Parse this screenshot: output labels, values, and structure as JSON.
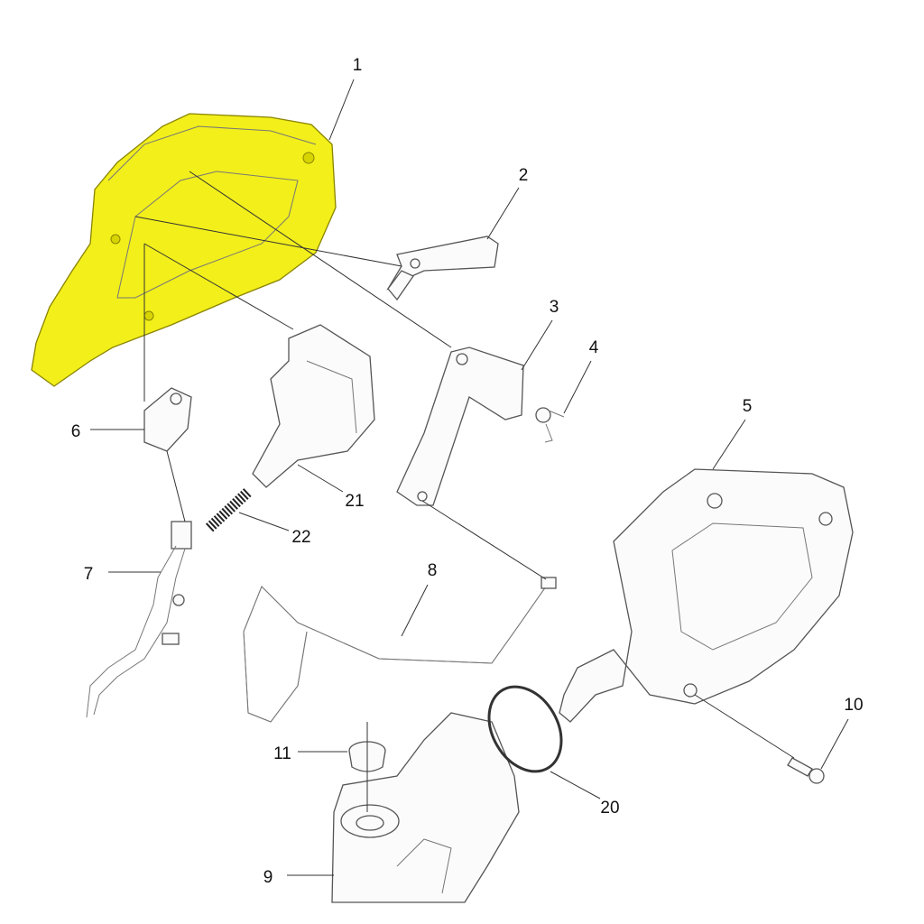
{
  "diagram": {
    "highlight_color": "#f2ef1a",
    "part_labels": {
      "p1": "1",
      "p2": "2",
      "p3": "3",
      "p4": "4",
      "p5": "5",
      "p6": "6",
      "p7": "7",
      "p8": "8",
      "p9": "9",
      "p10": "10",
      "p11": "11",
      "p20": "20",
      "p21": "21",
      "p22": "22"
    }
  }
}
